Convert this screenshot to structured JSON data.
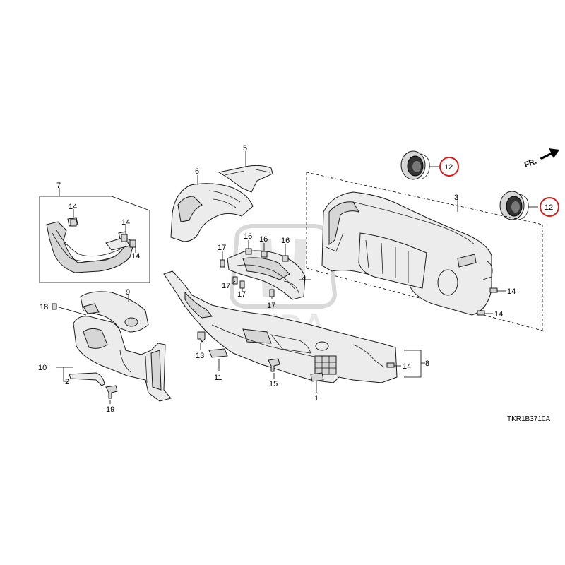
{
  "diagram": {
    "callouts": {
      "c1": "1",
      "c2": "2",
      "c3": "3",
      "c4": "4",
      "c5": "5",
      "c6": "6",
      "c7": "7",
      "c8": "8",
      "c9": "9",
      "c10": "10",
      "c11": "11",
      "c12a": "12",
      "c12b": "12",
      "c13": "13",
      "c14a": "14",
      "c14b": "14",
      "c14c": "14",
      "c14d": "14",
      "c14e": "14",
      "c14f": "14",
      "c15": "15",
      "c16a": "16",
      "c16b": "16",
      "c16c": "16",
      "c17a": "17",
      "c17b": "17",
      "c17c": "17",
      "c17d": "17",
      "c18": "18",
      "c19": "19"
    },
    "direction_label": "FR.",
    "diagram_code": "TKR1B3710A",
    "watermark": "HONDA",
    "highlight_color": "#d21f1f"
  }
}
